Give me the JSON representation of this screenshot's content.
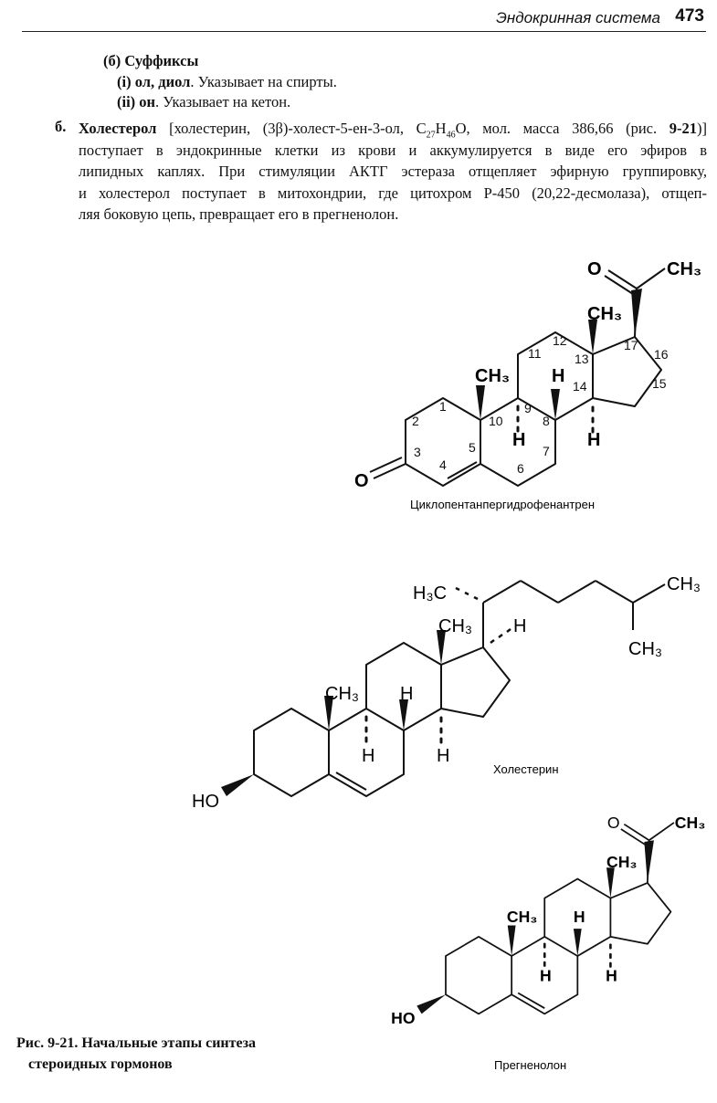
{
  "header": {
    "title": "Эндокринная система",
    "page_number": "473"
  },
  "suffixes": {
    "heading": "(б) Суффиксы",
    "item1_bold": "(i) ол, диол",
    "item1_text": ". Указывает на спирты.",
    "item2_bold": "(ii) он",
    "item2_text": ". Указывает на кетон."
  },
  "cholesterol_paragraph": {
    "number": "б.",
    "name": "Холестерол",
    "line1_a": " [холестерин, (3β)-холест-5-ен-3-ол, C",
    "sub27": "27",
    "h": "H",
    "sub46": "46",
    "line1_b": "O, мол. масса 386,66 (рис. ",
    "figref": "9-21",
    "line1_c": ")]",
    "line2": "поступает в эндокринные клетки из крови и аккумулируется в виде его эфиров в",
    "line3": "липидных каплях. При стимуляции АКТГ эстераза отщепляет эфирную группировку,",
    "line4": "и холестерол поступает в митохондрии, где цитохром Р-450 (20,22-десмолаза), отщеп-",
    "line5": "ляя боковую цепь, превращает его в прегненолон."
  },
  "structure1": {
    "caption": "Циклопентанпергидрофенантрен",
    "labels": {
      "o_top": "O",
      "ch3_top": "CH₃",
      "ch3_13": "CH₃",
      "ch3_10": "CH₃",
      "h_8": "H",
      "h_9": "H",
      "h_14": "H",
      "o_3": "O"
    },
    "numbers": [
      "1",
      "2",
      "3",
      "4",
      "5",
      "6",
      "7",
      "8",
      "9",
      "10",
      "11",
      "12",
      "13",
      "14",
      "15",
      "16",
      "17"
    ]
  },
  "structure2": {
    "caption": "Холестерин",
    "labels": {
      "h3c": "H₃C",
      "ch3_right": "CH₃",
      "ch3_bottom": "CH₃",
      "ch3_13": "CH₃",
      "h_17": "H",
      "ch3_10": "CH₃",
      "h_8": "H",
      "h_9": "H",
      "h_14": "H",
      "ho": "HO"
    }
  },
  "structure3": {
    "caption": "Прегненолон",
    "labels": {
      "o_top": "O",
      "ch3_top": "CH₃",
      "ch3_13": "CH₃",
      "ch3_10": "CH₃",
      "h_8": "H",
      "h_9": "H",
      "h_14": "H",
      "ho": "HO"
    }
  },
  "figure_caption": {
    "line1": "Рис. 9-21. Начальные этапы синтеза",
    "line2": "стероидных гормонов"
  }
}
